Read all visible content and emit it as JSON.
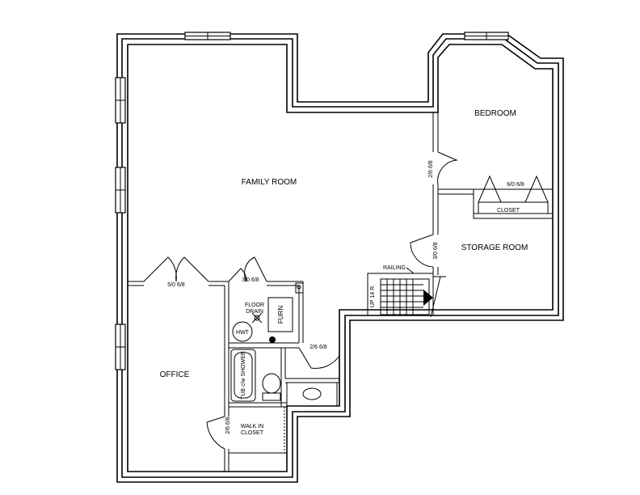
{
  "rooms": {
    "family_room": "FAMILY ROOM",
    "bedroom": "BEDROOM",
    "storage_room": "STORAGE ROOM",
    "office": "OFFICE",
    "closet": "CLOSET",
    "walk_in_closet_line1": "WALK IN",
    "walk_in_closet_line2": "CLOSET"
  },
  "fixtures": {
    "floor_drain_line1": "FLOOR",
    "floor_drain_line2": "DRAIN",
    "furnace": "FURN",
    "hot_water_tank": "HWT",
    "tub_shower": "TUB c/w SHOWER",
    "railing": "RAILING",
    "stairs": "UP 14 R."
  },
  "doors": {
    "bedroom_door": "2/6 6/8",
    "bedroom_closet": "6/0 6/8",
    "storage_door": "3/0 6/8",
    "office_double": "5/0 6/8",
    "utility_double": "3/0 6/8",
    "bath_door": "2/6 6/8",
    "walkin_door": "2/6 6/8"
  }
}
